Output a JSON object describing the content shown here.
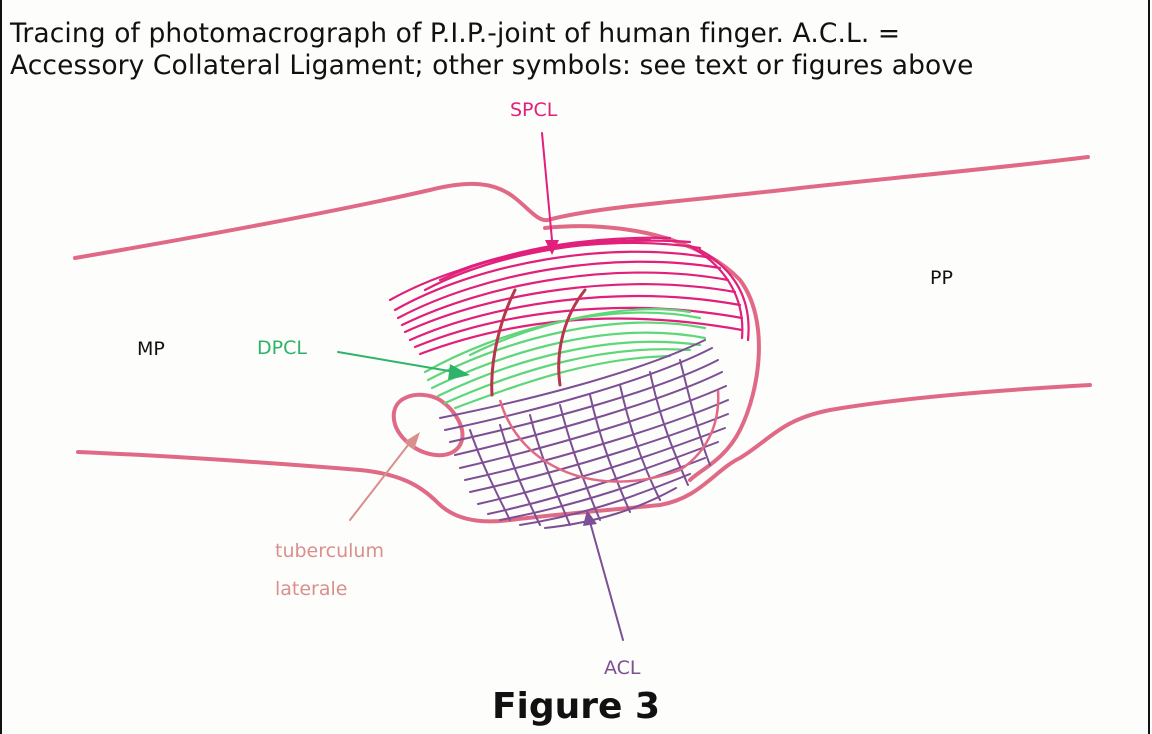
{
  "caption": {
    "line1": "Tracing of photomacrograph of P.I.P.-joint of human finger. A.C.L. =",
    "line2": "Accessory Collateral Ligament; other symbols: see text or figures above"
  },
  "labels": {
    "spcl": "SPCL",
    "dpcl": "DPCL",
    "acl": "ACL",
    "mp": "MP",
    "pp": "PP",
    "tuberculum_line1": "tuberculum",
    "tuberculum_line2": "laterale"
  },
  "figure_title": "Figure 3",
  "colors": {
    "bone_outline": "#e06a86",
    "spcl": "#e0207a",
    "dpcl": "#5fd67a",
    "acl": "#7d4f95",
    "tuberculum": "#d98f8c",
    "text": "#111111",
    "spcl_label": "#e0207a",
    "dpcl_label": "#2fb36a",
    "acl_label": "#7d4f95"
  }
}
